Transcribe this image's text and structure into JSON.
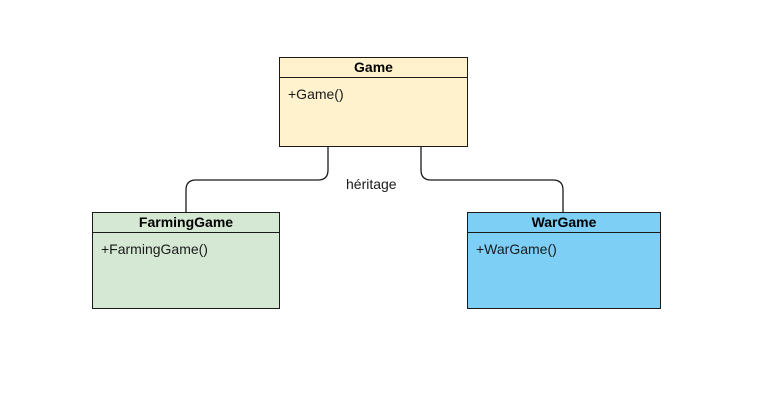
{
  "diagram": {
    "classes": {
      "game": {
        "name": "Game",
        "method": "+Game()",
        "header_color": "#fff2cc",
        "body_color": "#fff2cc"
      },
      "farming_game": {
        "name": "FarmingGame",
        "method": "+FarmingGame()",
        "header_color": "#d5e8d4",
        "body_color": "#d5e8d4"
      },
      "war_game": {
        "name": "WarGame",
        "method": "+WarGame()",
        "header_color": "#7dcff5",
        "body_color": "#7dcff5"
      }
    },
    "relationship": {
      "label": "héritage"
    }
  }
}
